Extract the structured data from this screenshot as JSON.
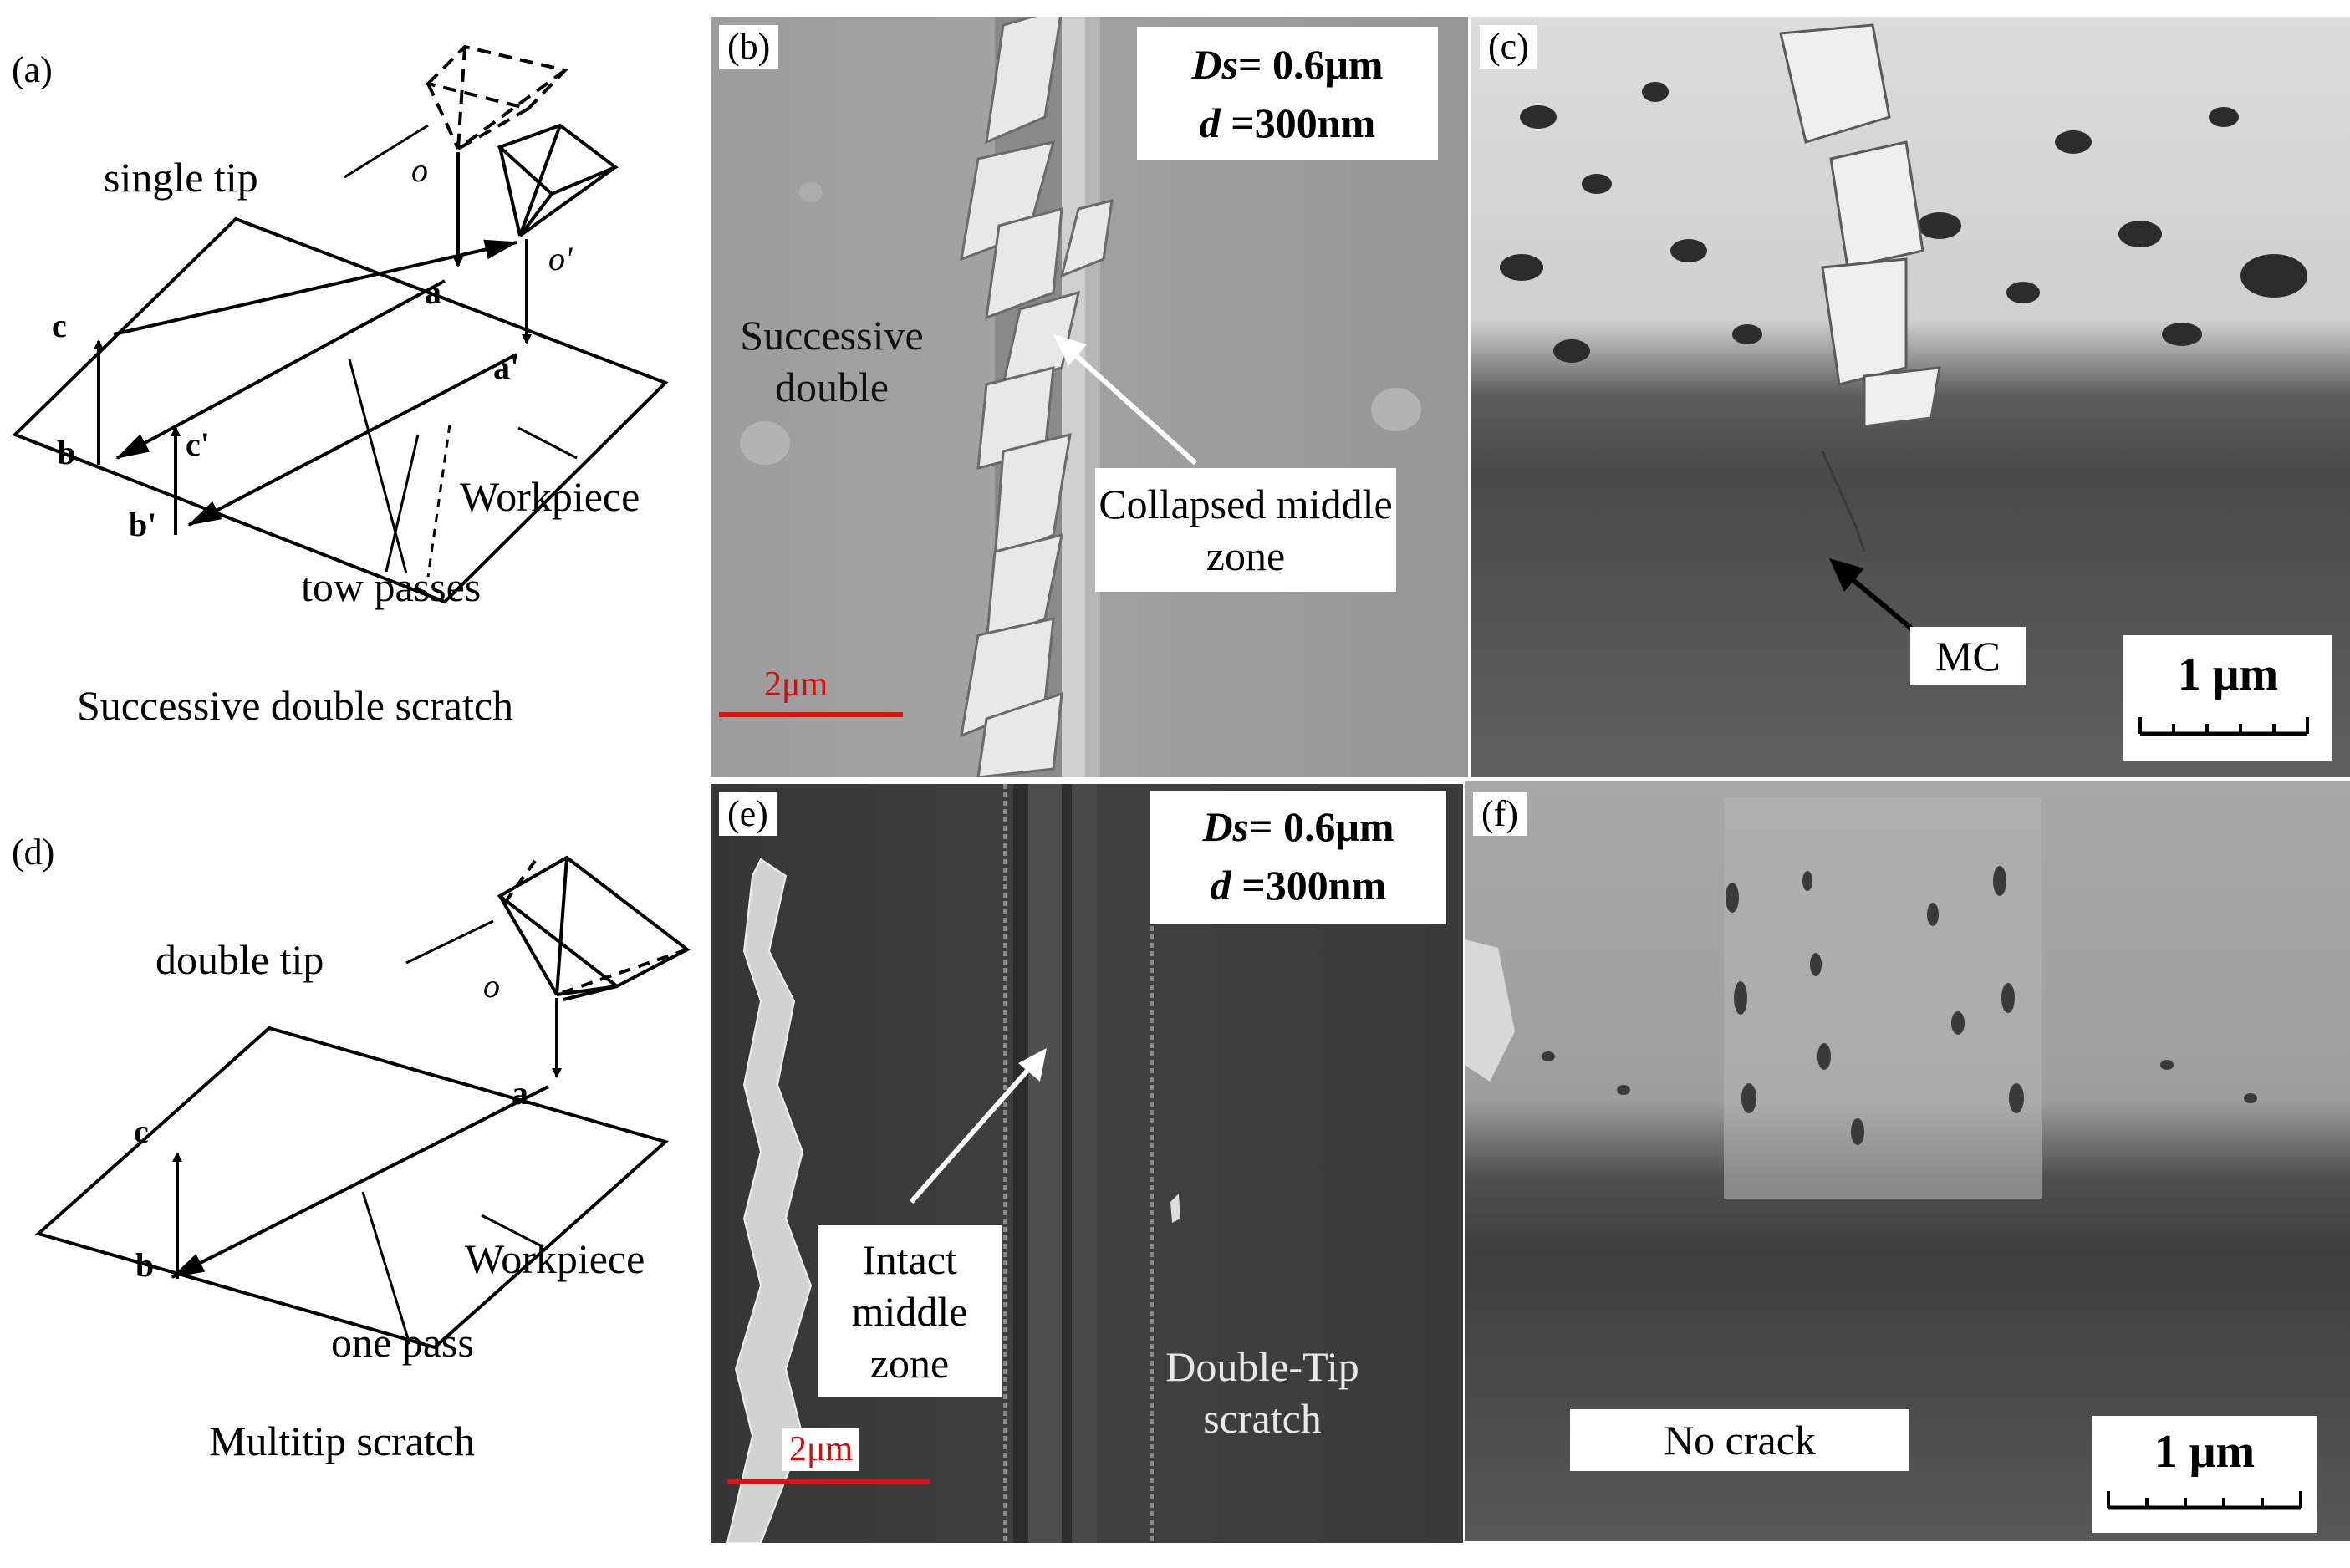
{
  "panels": {
    "a": {
      "label": "(a)",
      "single_tip": "single tip",
      "point_o": "o",
      "point_o_prime": "o'",
      "point_a": "a",
      "point_a_prime": "a'",
      "point_b": "b",
      "point_b_prime": "b'",
      "point_c": "c",
      "point_c_prime": "c'",
      "workpiece": "Workpiece",
      "passes": "tow passes",
      "caption": "Successive double scratch"
    },
    "b": {
      "label": "(b)",
      "ds_symbol": "Ds",
      "ds_value": "= 0.6μm",
      "d_symbol": "d",
      "d_value": " =300nm",
      "text_left": "Successive double",
      "callout": "Collapsed middle zone",
      "scale": "2μm"
    },
    "c": {
      "label": "(c)",
      "callout": "MC",
      "scale": "1 μm"
    },
    "d": {
      "label": "(d)",
      "double_tip": "double tip",
      "point_o": "o",
      "point_a": "a",
      "point_b": "b",
      "point_c": "c",
      "workpiece": "Workpiece",
      "passes": "one pass",
      "caption": "Multitip scratch"
    },
    "e": {
      "label": "(e)",
      "ds_symbol": "Ds",
      "ds_value": "= 0.6μm",
      "d_symbol": "d",
      "d_value": " =300nm",
      "callout": "Intact middle zone",
      "text_right": "Double-Tip scratch",
      "scale": "2μm"
    },
    "f": {
      "label": "(f)",
      "callout": "No crack",
      "scale": "1 μm"
    }
  },
  "colors": {
    "scale_red": "#e01010",
    "sem_b_bg": "#9a9a9a",
    "sem_e_bg": "#3e3e3e"
  }
}
